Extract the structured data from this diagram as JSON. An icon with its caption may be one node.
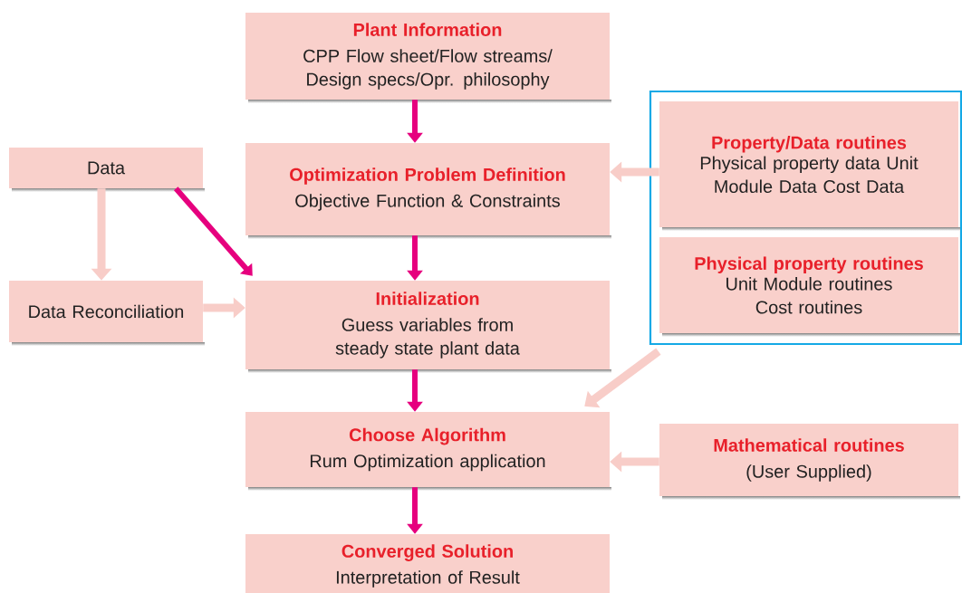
{
  "diagram": {
    "nodes": [
      {
        "text": [
          "Plant Information",
          "CPP Flow sheet/Flow streams/ Design specs/Opr. philosophy"
        ]
      },
      {
        "text": [
          "Data"
        ]
      },
      {
        "text": [
          "Optimization Problem Definition",
          "Objective Function & Constraints"
        ]
      },
      {
        "text": [],
        "shape": "box"
      },
      {
        "text": [
          "Property/Data routines",
          "Physical property data Unit Module Data Cost Data"
        ],
        "in": 3
      },
      {
        "text": [
          "Physical property routines",
          "Unit Module routines Cost routines"
        ],
        "in": 3
      },
      {
        "text": [
          "Data Reconciliation"
        ]
      },
      {
        "text": [
          "Initialization",
          "Guess variables from steady state plant data"
        ]
      },
      {
        "text": [
          "Choose Algorithm",
          "Rum Optimization application"
        ]
      },
      {
        "text": [
          "Mathematical routines",
          "(User Supplied)"
        ]
      },
      {
        "text": [
          "Converged Solution",
          "Interpretation of Result"
        ]
      }
    ],
    "edges": [
      {
        "from": 0,
        "to": 2,
        "arrow": "to"
      },
      {
        "from": 4,
        "to": 2,
        "arrow": "to",
        "color": "#f8cdc8"
      },
      {
        "from": 1,
        "to": 6,
        "arrow": "to",
        "color": "#f8cdc8"
      },
      {
        "from": 1,
        "to": 7,
        "arrow": "to"
      },
      {
        "from": 2,
        "to": 7,
        "arrow": "to"
      },
      {
        "from": 6,
        "to": 7,
        "arrow": "to",
        "color": "#f8cdc8"
      },
      {
        "from": 3,
        "to": 8,
        "arrow": "to",
        "color": "#f8cdc8"
      },
      {
        "from": 7,
        "to": 8,
        "arrow": "to"
      },
      {
        "from": 9,
        "to": 8,
        "arrow": "to",
        "color": "#f8cdc8"
      },
      {
        "from": 8,
        "to": 10,
        "arrow": "to"
      }
    ]
  }
}
